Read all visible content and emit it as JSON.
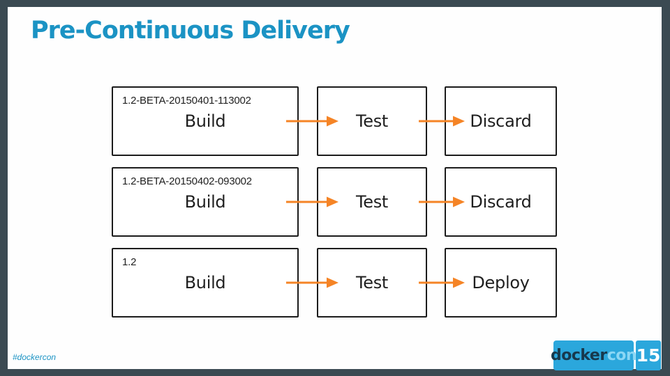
{
  "slide": {
    "title": "Pre-Continuous Delivery",
    "rows": [
      {
        "version": "1.2-BETA-20150401-113002",
        "stages": [
          "Build",
          "Test",
          "Discard"
        ]
      },
      {
        "version": "1.2-BETA-20150402-093002",
        "stages": [
          "Build",
          "Test",
          "Discard"
        ]
      },
      {
        "version": "1.2",
        "stages": [
          "Build",
          "Test",
          "Deploy"
        ]
      }
    ],
    "footer": {
      "hashtag": "#dockercon",
      "logo_docker": "docker",
      "logo_con": "con",
      "page_number": "15"
    },
    "colors": {
      "accent": "#1B93C4",
      "frame": "#3B4A52",
      "orange": "#F58426",
      "logoblue": "#2BA7DC"
    }
  }
}
